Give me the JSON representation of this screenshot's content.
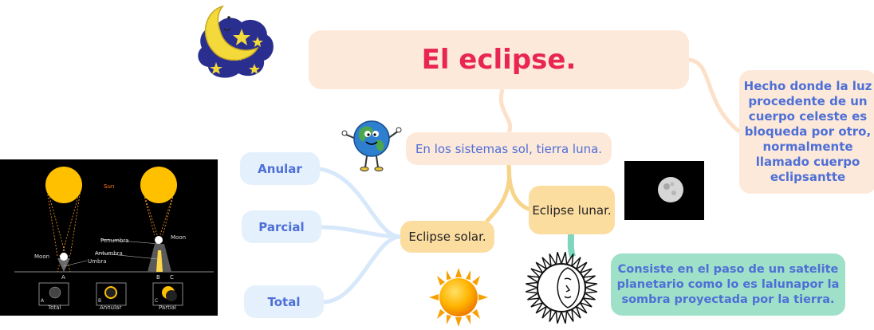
{
  "map": {
    "title": "El eclipse.",
    "definition": "Hecho donde la luz procedente de un cuerpo celeste es bloqueda por otro, normalmente llamado cuerpo eclipsantte",
    "systems": "En los sistemas sol, tierra luna.",
    "solar": "Eclipse solar.",
    "lunar": "Eclipse lunar.",
    "lunar_description": "Consiste en el paso de un satelite planetario como lo es lalunapor la sombra proyectada por la tierra.",
    "solar_types": [
      "Anular",
      "Parcial",
      "Total"
    ]
  },
  "diagram": {
    "sun_label": "Sun",
    "moon_label": "Moon",
    "moon_label_right": "Moon",
    "penumbra": "Penumbra",
    "antumbra": "Antumbra",
    "umbra": "Umbra",
    "point_a": "A",
    "point_b": "B",
    "point_c": "C",
    "panels": [
      {
        "letter": "A",
        "label": "Total"
      },
      {
        "letter": "B",
        "label": "Annular"
      },
      {
        "letter": "C",
        "label": "Partial"
      }
    ]
  },
  "colors": {
    "title": "#e8264f",
    "peach": "#fde9da",
    "yellow": "#fcdda0",
    "mint": "#9fe0c8",
    "light_blue": "#e4f0fc",
    "text_blue": "#4e6fd6",
    "connector_peach": "#fce0c8",
    "connector_yellow": "#f7d48a",
    "connector_blue": "#d7e8fb",
    "connector_mint": "#7fd6bd"
  }
}
